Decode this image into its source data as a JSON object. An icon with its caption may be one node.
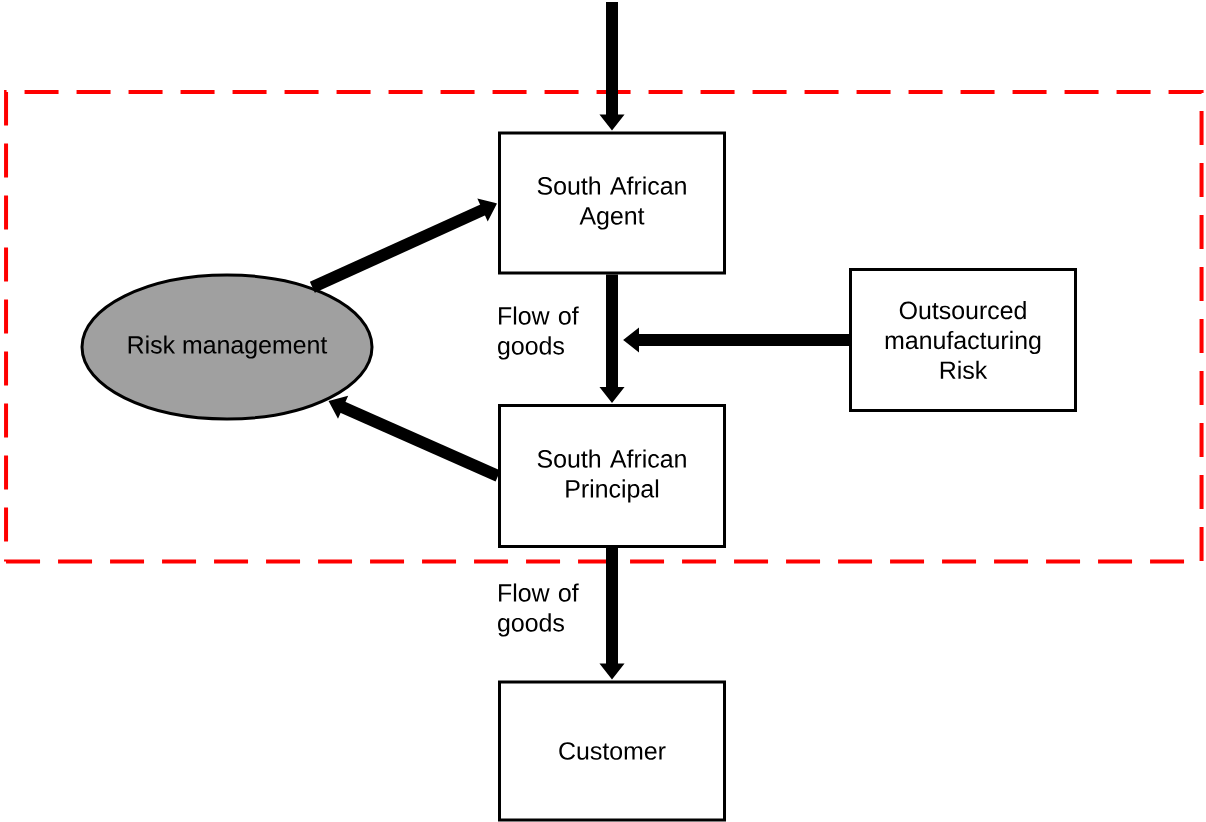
{
  "diagram": {
    "nodes": [
      {
        "text": [],
        "shape": "box"
      },
      {
        "text": [
          "South African Agent"
        ],
        "in": 0
      },
      {
        "text": [
          "Risk management"
        ],
        "in": 0
      },
      {
        "text": [
          "Outsourced manufacturing Risk"
        ],
        "in": 0
      },
      {
        "text": [
          "South African Principal"
        ],
        "in": 0
      },
      {
        "text": [
          "Customer"
        ]
      }
    ],
    "edges": [
      {
        "from": null,
        "to": 1,
        "arrow": "to"
      },
      {
        "from": 2,
        "to": 1,
        "arrow": "to"
      },
      {
        "from": 1,
        "to": 4,
        "arrow": "to",
        "label": "Flow of goods"
      },
      {
        "from": 3,
        "to": null,
        "arrow": "to"
      },
      {
        "from": 4,
        "to": 2,
        "arrow": "to"
      },
      {
        "from": 4,
        "to": 5,
        "arrow": "to",
        "label": "Flow of goods"
      }
    ]
  }
}
